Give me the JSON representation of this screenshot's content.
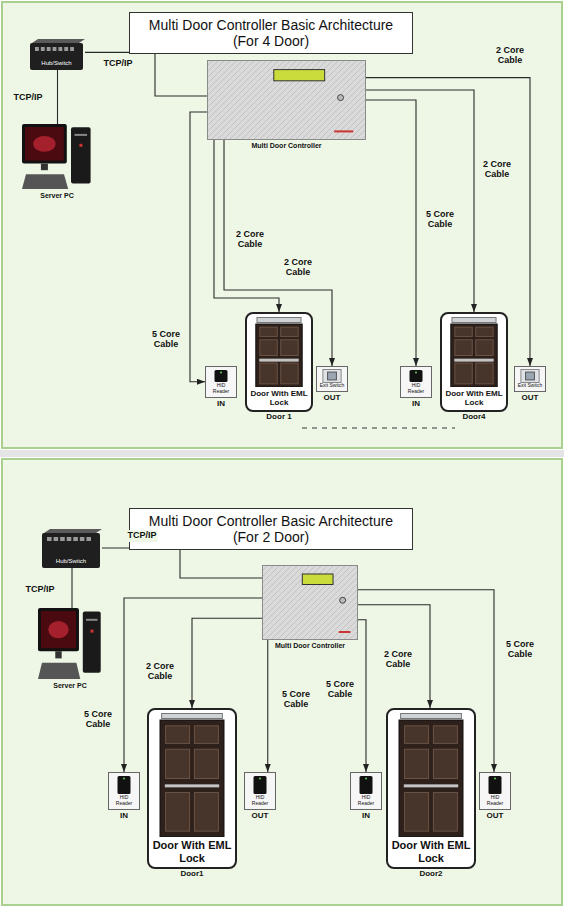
{
  "diagram": {
    "nodes": [
      {
        "text": [
          "Multi Door Controller Basic Architecture (For 4 Door)"
        ]
      },
      {
        "text": [
          "Hub/Switch"
        ]
      },
      {
        "text": [
          "Server PC"
        ]
      },
      {
        "text": [
          "Multi Door Controller"
        ]
      },
      {
        "text": [
          "HID Reader",
          "IN"
        ]
      },
      {
        "text": [
          "Door With EML Lock",
          "Door 1"
        ]
      },
      {
        "text": [
          "Exit Switch",
          "OUT"
        ]
      },
      {
        "text": [
          "HID Reader",
          "IN"
        ]
      },
      {
        "text": [
          "Door With EML Lock",
          "Door4"
        ]
      },
      {
        "text": [
          "Exit Switch",
          "OUT"
        ]
      },
      {
        "text": [
          "Multi Door Controller Basic Architecture (For 2 Door)"
        ]
      },
      {
        "text": [
          "Hub/Switch"
        ]
      },
      {
        "text": [
          "Server PC"
        ]
      },
      {
        "text": [
          "Multi Door Controller"
        ]
      },
      {
        "text": [
          "HID Reader",
          "IN"
        ]
      },
      {
        "text": [
          "Door With EML Lock",
          "Door1"
        ]
      },
      {
        "text": [
          "HID Reader",
          "OUT"
        ]
      },
      {
        "text": [
          "HID Reader",
          "IN"
        ]
      },
      {
        "text": [
          "Door With EML Lock",
          "Door2"
        ]
      },
      {
        "text": [
          "HID Reader",
          "OUT"
        ]
      }
    ],
    "edges": [
      {
        "from": 1,
        "to": 3,
        "label": "TCP/IP",
        "arrow": "none"
      },
      {
        "from": 1,
        "to": 2,
        "label": "TCP/IP",
        "arrow": "none"
      },
      {
        "from": 3,
        "to": 4,
        "label": "5 Core Cable",
        "arrow": "to"
      },
      {
        "from": 3,
        "to": 5,
        "label": "2 Core Cable",
        "arrow": "to"
      },
      {
        "from": 3,
        "to": 6,
        "label": "2 Core Cable",
        "arrow": "to"
      },
      {
        "from": 3,
        "to": 7,
        "label": "5 Core Cable",
        "arrow": "to"
      },
      {
        "from": 3,
        "to": 8,
        "label": "2 Core Cable",
        "arrow": "to"
      },
      {
        "from": 3,
        "to": 9,
        "label": "2 Core Cable",
        "arrow": "to"
      },
      {
        "from": 11,
        "to": 13,
        "label": "TCP/IP",
        "arrow": "none"
      },
      {
        "from": 11,
        "to": 12,
        "label": "TCP/IP",
        "arrow": "none"
      },
      {
        "from": 13,
        "to": 14,
        "label": "5 Core Cable",
        "arrow": "to"
      },
      {
        "from": 13,
        "to": 15,
        "label": "2 Core Cable",
        "arrow": "to"
      },
      {
        "from": 13,
        "to": 16,
        "label": "5 Core Cable",
        "arrow": "to"
      },
      {
        "from": 13,
        "to": 17,
        "label": "5 Core Cable",
        "arrow": "to"
      },
      {
        "from": 13,
        "to": 18,
        "label": "2 Core Cable",
        "arrow": "to"
      },
      {
        "from": 13,
        "to": 19,
        "label": "5 Core Cable",
        "arrow": "to"
      }
    ]
  }
}
